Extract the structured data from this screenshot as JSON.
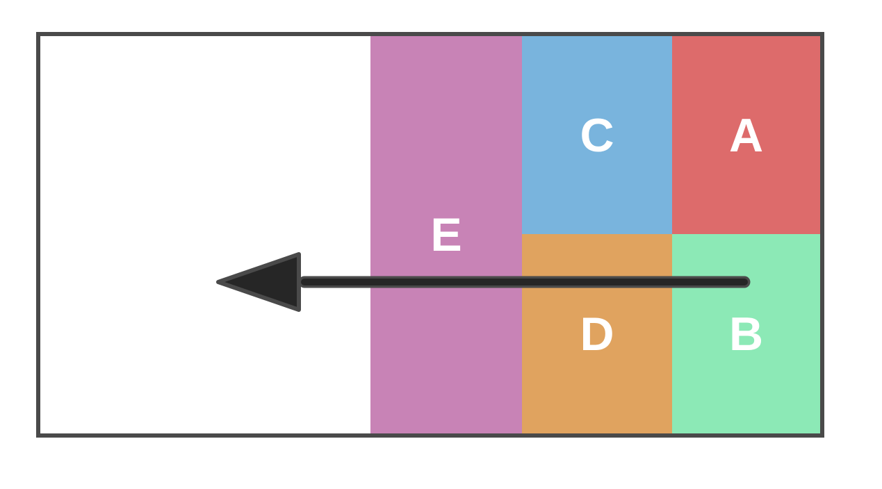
{
  "diagram": {
    "type": "block-diagram",
    "background": "#ffffff",
    "frame": {
      "border_color": "#4a4a4a",
      "fill": "#ffffff"
    },
    "label_text_color": "#ffffff"
  },
  "regions": [
    {
      "id": "A",
      "label": "A",
      "color": "#dd6b6b",
      "text_color": "#ffffff",
      "position": "top-right"
    },
    {
      "id": "B",
      "label": "B",
      "color": "#8ce9b6",
      "text_color": "#ffffff",
      "position": "bottom-right"
    },
    {
      "id": "C",
      "label": "C",
      "color": "#79b4dd",
      "text_color": "#ffffff",
      "position": "top-middle"
    },
    {
      "id": "D",
      "label": "D",
      "color": "#e0a35f",
      "text_color": "#ffffff",
      "position": "bottom-middle"
    },
    {
      "id": "E",
      "label": "E",
      "color": "#c883b6",
      "text_color": "#ffffff",
      "position": "middle-full-height"
    }
  ],
  "arrow": {
    "direction": "left",
    "fill_color": "#262626",
    "outline_color": "#4a4a4a"
  }
}
